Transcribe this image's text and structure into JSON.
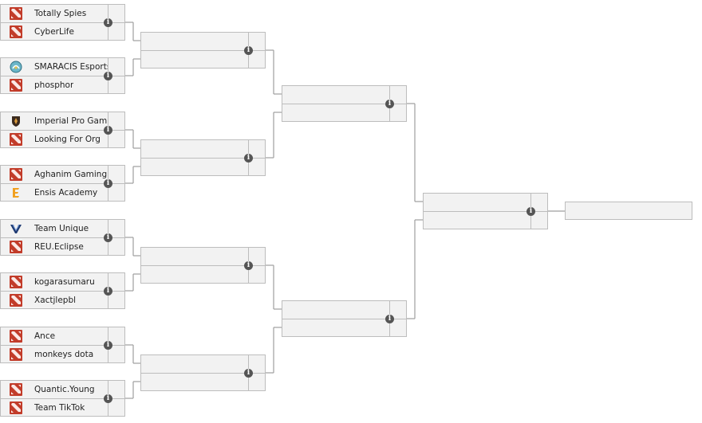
{
  "colors": {
    "dota": "#c23c2a",
    "box": "#f2f2f2",
    "border": "#bdbdbd",
    "line": "#9e9e9e",
    "info": "#555555"
  },
  "info_glyph": "i",
  "rounds": [
    {
      "name": "round-1",
      "matches": [
        {
          "teams": [
            {
              "name": "Totally Spies",
              "icon": "dota-icon"
            },
            {
              "name": "CyberLife",
              "icon": "dota-icon"
            }
          ]
        },
        {
          "teams": [
            {
              "name": "SMARACIS Esports",
              "icon": "smaracis-logo-icon"
            },
            {
              "name": "phosphor",
              "icon": "dota-icon"
            }
          ]
        },
        {
          "teams": [
            {
              "name": "Imperial Pro Gamin",
              "icon": "imperial-shield-icon"
            },
            {
              "name": "Looking For Org",
              "icon": "dota-icon"
            }
          ]
        },
        {
          "teams": [
            {
              "name": "Aghanim Gaming",
              "icon": "dota-icon"
            },
            {
              "name": "Ensis Academy",
              "icon": "ensis-logo-icon"
            }
          ]
        },
        {
          "teams": [
            {
              "name": "Team Unique",
              "icon": "team-unique-logo-icon"
            },
            {
              "name": "REU.Eclipse",
              "icon": "dota-icon"
            }
          ]
        },
        {
          "teams": [
            {
              "name": "kogarasumaru",
              "icon": "dota-icon"
            },
            {
              "name": "Xactjlepbl",
              "icon": "dota-icon"
            }
          ]
        },
        {
          "teams": [
            {
              "name": "Ance",
              "icon": "dota-icon"
            },
            {
              "name": "monkeys dota",
              "icon": "dota-icon"
            }
          ]
        },
        {
          "teams": [
            {
              "name": "Quantic.Young",
              "icon": "dota-icon"
            },
            {
              "name": "Team TikTok",
              "icon": "dota-icon"
            }
          ]
        }
      ]
    },
    {
      "name": "round-2",
      "matches": [
        {
          "teams": [
            {
              "name": ""
            },
            {
              "name": ""
            }
          ]
        },
        {
          "teams": [
            {
              "name": ""
            },
            {
              "name": ""
            }
          ]
        },
        {
          "teams": [
            {
              "name": ""
            },
            {
              "name": ""
            }
          ]
        },
        {
          "teams": [
            {
              "name": ""
            },
            {
              "name": ""
            }
          ]
        }
      ]
    },
    {
      "name": "round-3",
      "matches": [
        {
          "teams": [
            {
              "name": ""
            },
            {
              "name": ""
            }
          ]
        },
        {
          "teams": [
            {
              "name": ""
            },
            {
              "name": ""
            }
          ]
        }
      ]
    },
    {
      "name": "round-4",
      "matches": [
        {
          "teams": [
            {
              "name": ""
            },
            {
              "name": ""
            }
          ]
        }
      ]
    }
  ],
  "champion": {
    "name": ""
  }
}
